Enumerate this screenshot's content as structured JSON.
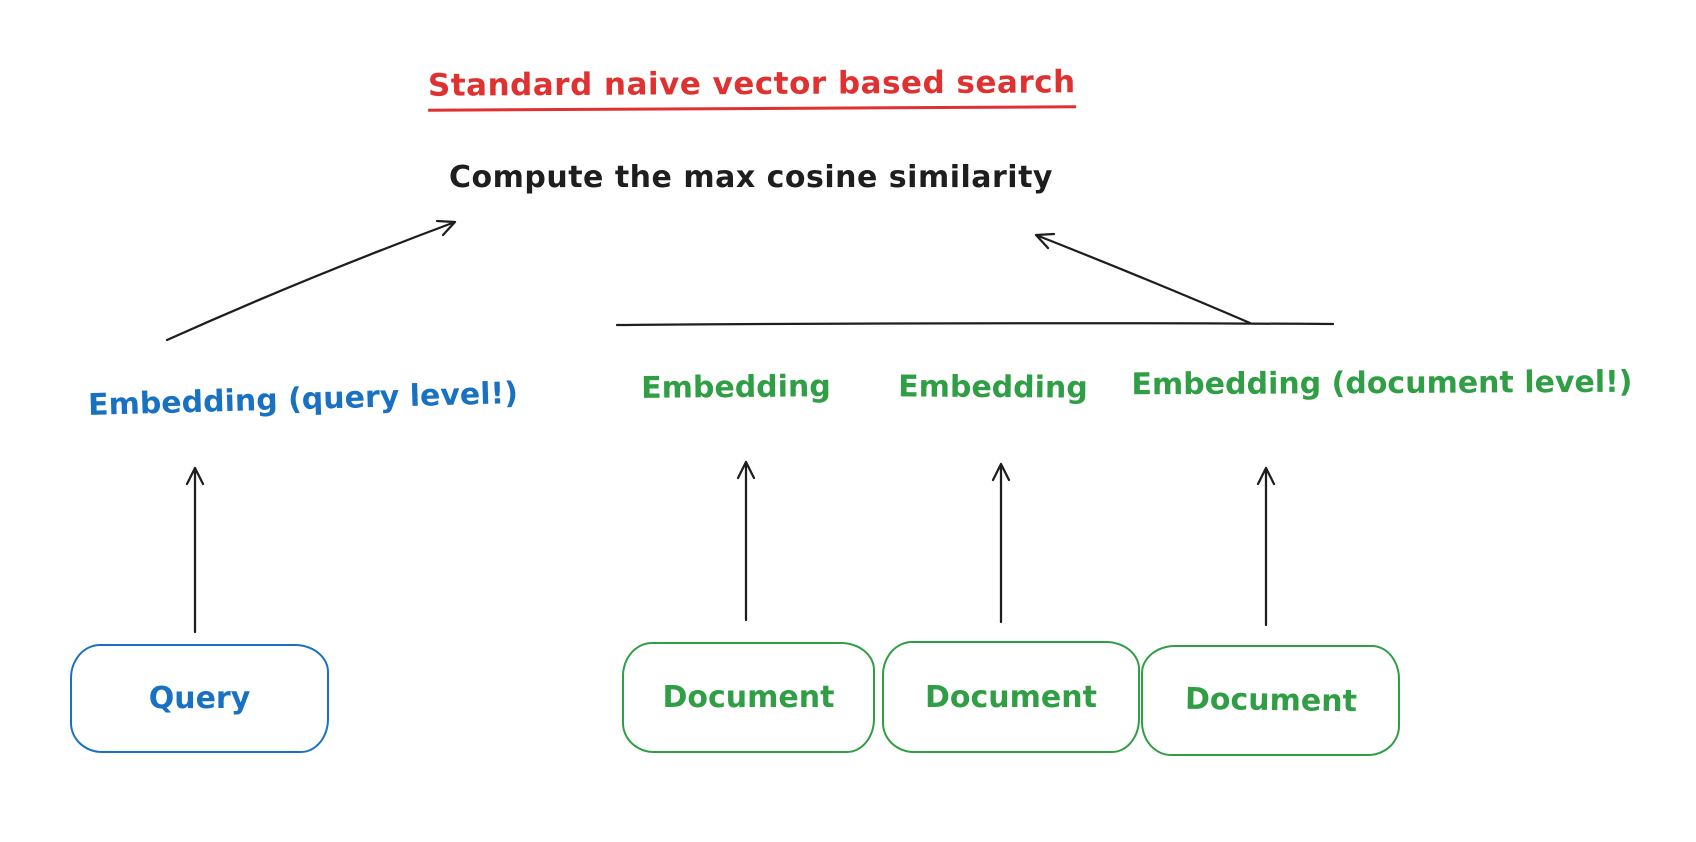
{
  "title": {
    "text": "Standard naive vector based search",
    "color": "#e03131",
    "underlined": true
  },
  "compute_label": {
    "text": "Compute the max cosine similarity",
    "color": "#1e1e1e"
  },
  "query_branch": {
    "embedding_label": "Embedding (query level!)",
    "box_label": "Query",
    "color": "#1971c2"
  },
  "document_branch": {
    "embedding_labels": [
      "Embedding",
      "Embedding",
      "Embedding (document level!)"
    ],
    "box_labels": [
      "Document",
      "Document",
      "Document"
    ],
    "color": "#2f9e44"
  },
  "connections": [
    {
      "from": "Embedding (query level!)",
      "to": "Compute the max cosine similarity",
      "type": "arrow"
    },
    {
      "from": "documents group line",
      "to": "Compute the max cosine similarity",
      "type": "arrow"
    },
    {
      "from": "Query",
      "to": "Embedding (query level!)",
      "type": "arrow"
    },
    {
      "from": "Document 1",
      "to": "Embedding",
      "type": "arrow"
    },
    {
      "from": "Document 2",
      "to": "Embedding",
      "type": "arrow"
    },
    {
      "from": "Document 3",
      "to": "Embedding (document level!)",
      "type": "arrow"
    }
  ],
  "colors": {
    "ink": "#1e1e1e",
    "background": "#ffffff"
  }
}
